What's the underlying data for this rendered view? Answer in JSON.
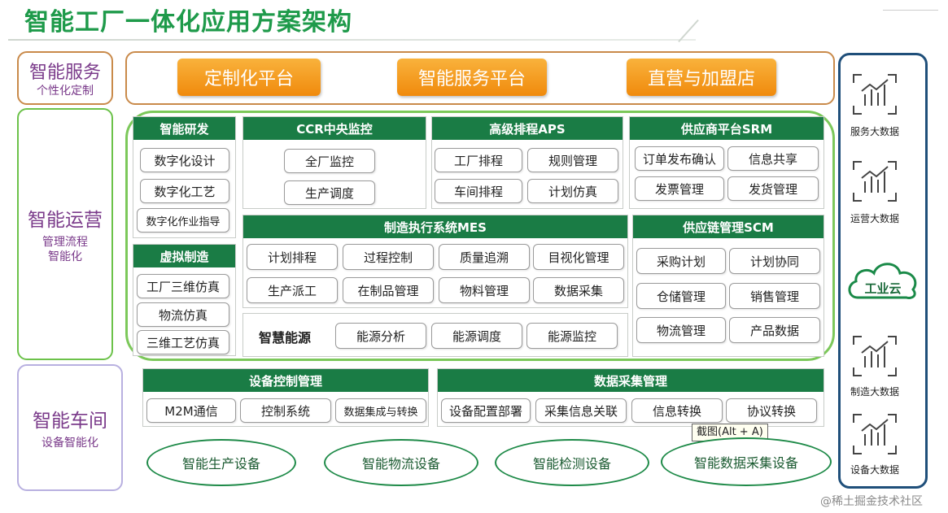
{
  "title": "智能工厂一体化应用方案架构",
  "layers": {
    "service": {
      "title": "智能服务",
      "subtitle": "个性化定制"
    },
    "operation": {
      "title": "智能运营",
      "subtitle1": "管理流程",
      "subtitle2": "智能化"
    },
    "workshop": {
      "title": "智能车间",
      "subtitle": "设备智能化"
    }
  },
  "service_platforms": [
    "定制化平台",
    "智能服务平台",
    "直营与加盟店"
  ],
  "modules": {
    "rnd": {
      "title": "智能研发",
      "items": [
        "数字化设计",
        "数字化工艺",
        "数字化作业指导"
      ]
    },
    "virtual": {
      "title": "虚拟制造",
      "items": [
        "工厂三维仿真",
        "物流仿真",
        "三维工艺仿真"
      ]
    },
    "ccr": {
      "title": "CCR中央监控",
      "items": [
        "全厂监控",
        "生产调度"
      ]
    },
    "aps": {
      "title": "高级排程APS",
      "items": [
        "工厂排程",
        "规则管理",
        "车间排程",
        "计划仿真"
      ]
    },
    "srm": {
      "title": "供应商平台SRM",
      "items": [
        "订单发布确认",
        "信息共享",
        "发票管理",
        "发货管理"
      ]
    },
    "mes": {
      "title": "制造执行系统MES",
      "items": [
        "计划排程",
        "过程控制",
        "质量追溯",
        "目视化管理",
        "生产派工",
        "在制品管理",
        "物料管理",
        "数据采集"
      ]
    },
    "energy": {
      "title": "智慧能源",
      "items": [
        "能源分析",
        "能源调度",
        "能源监控"
      ]
    },
    "scm": {
      "title": "供应链管理SCM",
      "items": [
        "采购计划",
        "计划协同",
        "仓储管理",
        "销售管理",
        "物流管理",
        "产品数据"
      ]
    },
    "device_ctrl": {
      "title": "设备控制管理",
      "items": [
        "M2M通信",
        "控制系统",
        "数据集成与转换"
      ]
    },
    "data_collect": {
      "title": "数据采集管理",
      "items": [
        "设备配置部署",
        "采集信息关联",
        "信息转换",
        "协议转换"
      ]
    }
  },
  "equipment": [
    "智能生产设备",
    "智能物流设备",
    "智能检测设备",
    "智能数据采集设备"
  ],
  "right_column": {
    "big_data": [
      "服务大数据",
      "运营大数据",
      "制造大数据",
      "设备大数据"
    ],
    "cloud": "工业云"
  },
  "tooltip": "截图(Alt + A)",
  "watermark": "@稀土掘金技术社区",
  "colors": {
    "green": "#1a7c45",
    "light_green_border": "#7cc85a",
    "orange": "#f39a1e",
    "navy": "#1f4f7a",
    "purple": "#7a3a8a"
  }
}
